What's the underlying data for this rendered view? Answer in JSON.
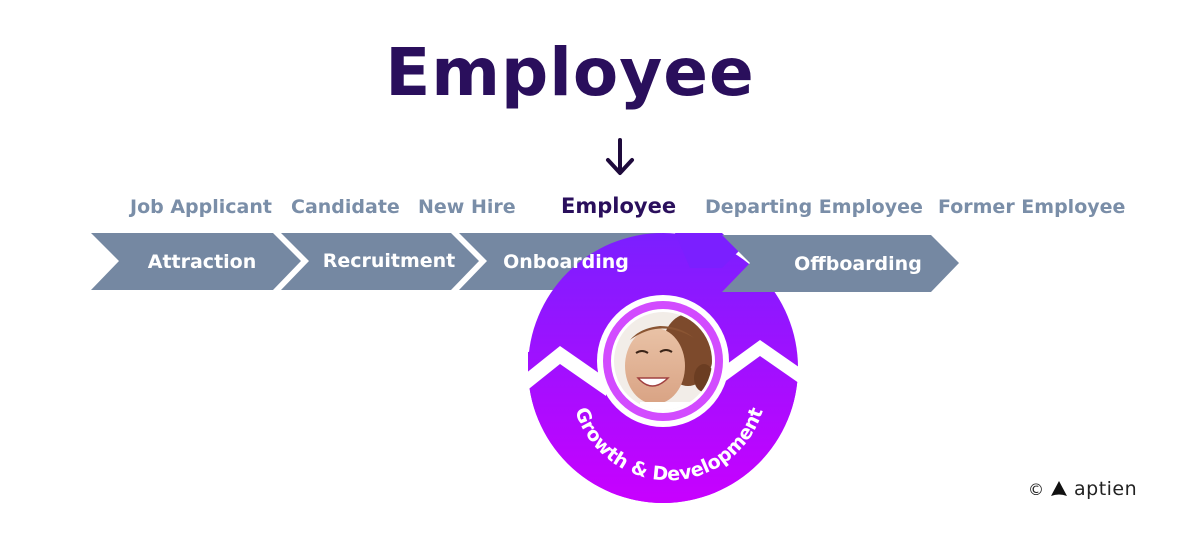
{
  "title": "Employee",
  "stages": [
    {
      "label": "Job Applicant",
      "active": false
    },
    {
      "label": "Candidate",
      "active": false
    },
    {
      "label": "New Hire",
      "active": false
    },
    {
      "label": "Employee",
      "active": true
    },
    {
      "label": "Departing Employee",
      "active": false
    },
    {
      "label": "Former Employee",
      "active": false
    }
  ],
  "phases": [
    {
      "label": "Attraction"
    },
    {
      "label": "Recruitment"
    },
    {
      "label": "Onboarding"
    },
    {
      "label": "Offboarding"
    }
  ],
  "cycle": {
    "label": "Growth & Development"
  },
  "footer": {
    "copyright": "©",
    "brand": "aptien"
  },
  "colors": {
    "title": "#2a0f5c",
    "stage_inactive": "#7a8ea8",
    "chevron": "#7588a2",
    "cycle_top": "#7b1fff",
    "cycle_bottom": "#c300ff",
    "ring": "#d24bff"
  },
  "icons": {
    "arrow": "down-arrow-icon",
    "photo": "employee-photo",
    "logo": "aptien-logo-icon"
  }
}
